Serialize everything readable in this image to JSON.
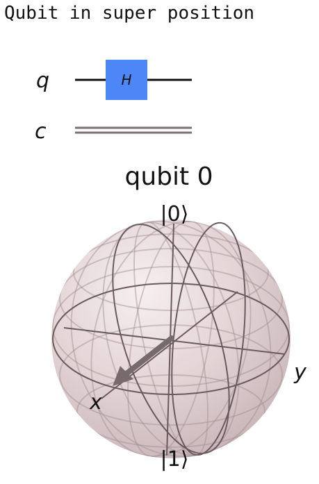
{
  "title": "Qubit in super position",
  "circuit": {
    "quantum_register": "q",
    "classical_register": "c",
    "gate_label": "H"
  },
  "bloch": {
    "title": "qubit 0",
    "label_zero": "|0⟩",
    "label_one": "|1⟩",
    "label_x": "x",
    "label_y": "y"
  },
  "colors": {
    "gate": "#4d86f7",
    "classical_wire": "#7d6f72",
    "sphere": "#e7d8da",
    "arrow": "#776a6d"
  }
}
